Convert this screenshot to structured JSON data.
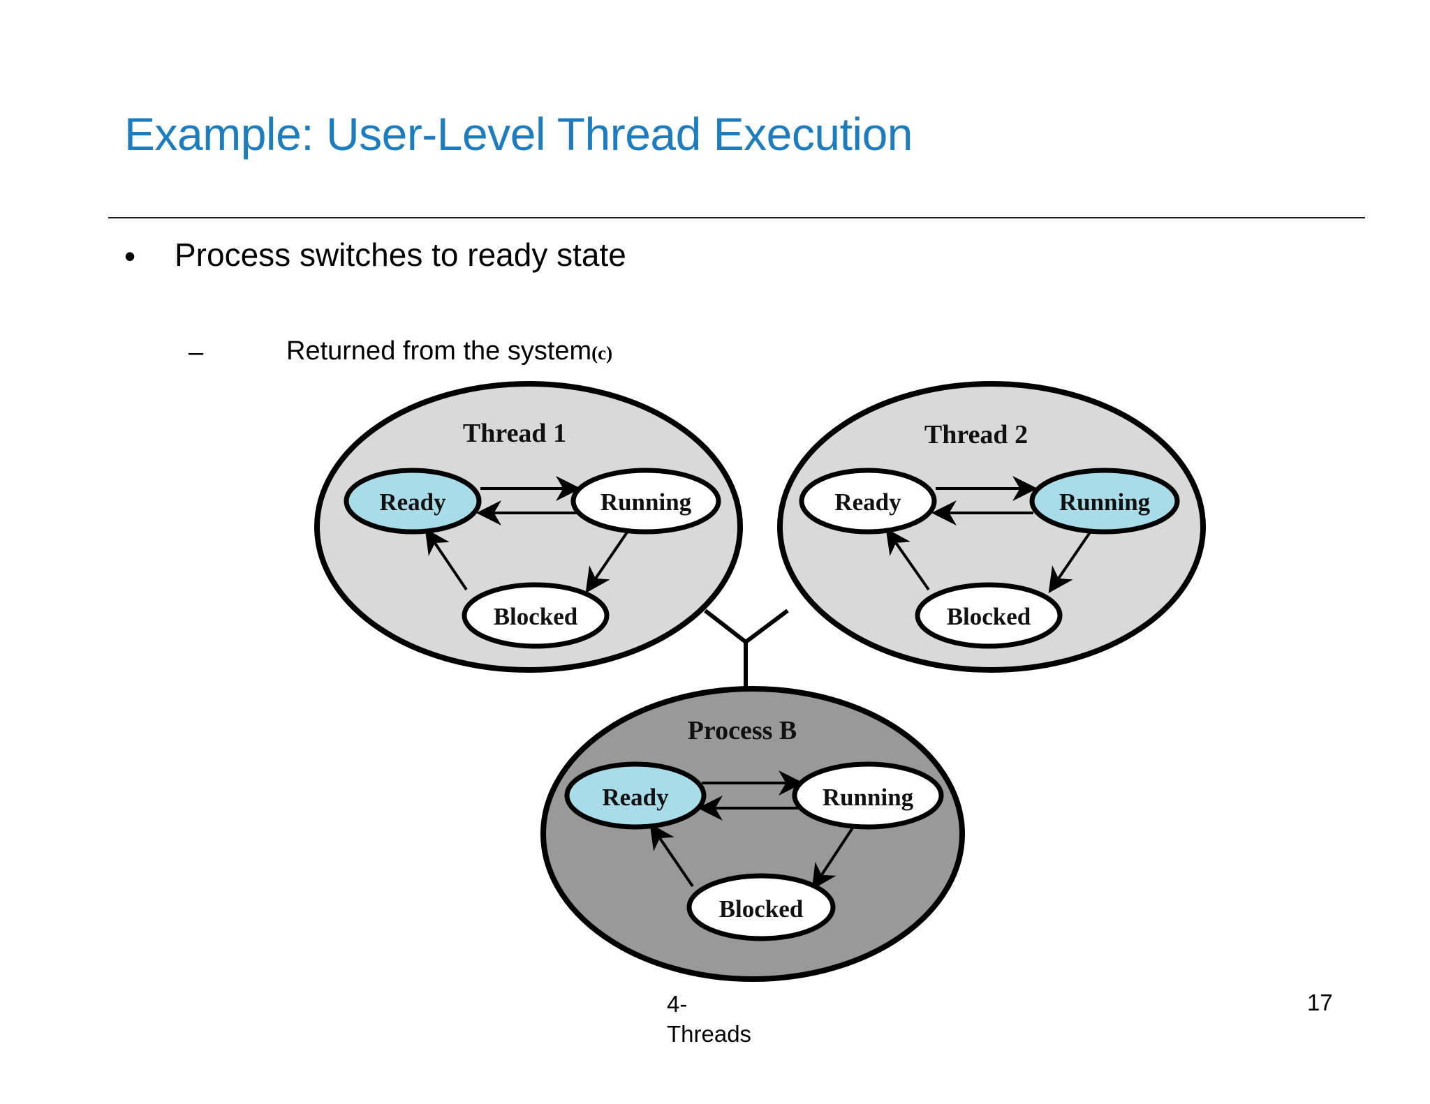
{
  "slide": {
    "title": "Example: User-Level Thread Execution",
    "title_color": "#1C7CC0",
    "bullets": [
      {
        "marker": "•",
        "text": "Process switches to ready state"
      },
      {
        "marker": "–",
        "text": "Returned from the system",
        "figure_letter": "(c)"
      }
    ],
    "footer": "4-\nThreads",
    "page_number": "17"
  },
  "diagram": {
    "figure_letter": "(c)",
    "colors": {
      "thread_group_fill": "#D9D9D9",
      "process_group_fill": "#999999",
      "node_fill_default": "#FFFFFF",
      "node_fill_highlight": "#A8DCE8",
      "stroke": "#000000"
    },
    "groups": [
      {
        "id": "thread-1",
        "label": "Thread 1",
        "fill": "#D9D9D9",
        "nodes": [
          {
            "id": "ready",
            "label": "Ready",
            "highlighted": true
          },
          {
            "id": "running",
            "label": "Running",
            "highlighted": false
          },
          {
            "id": "blocked",
            "label": "Blocked",
            "highlighted": false
          }
        ],
        "edges": [
          {
            "from": "ready",
            "to": "running"
          },
          {
            "from": "running",
            "to": "ready"
          },
          {
            "from": "running",
            "to": "blocked"
          },
          {
            "from": "blocked",
            "to": "ready"
          }
        ]
      },
      {
        "id": "thread-2",
        "label": "Thread 2",
        "fill": "#D9D9D9",
        "nodes": [
          {
            "id": "ready",
            "label": "Ready",
            "highlighted": false
          },
          {
            "id": "running",
            "label": "Running",
            "highlighted": true
          },
          {
            "id": "blocked",
            "label": "Blocked",
            "highlighted": false
          }
        ],
        "edges": [
          {
            "from": "ready",
            "to": "running"
          },
          {
            "from": "running",
            "to": "ready"
          },
          {
            "from": "running",
            "to": "blocked"
          },
          {
            "from": "blocked",
            "to": "ready"
          }
        ]
      },
      {
        "id": "process-b",
        "label": "Process B",
        "fill": "#999999",
        "nodes": [
          {
            "id": "ready",
            "label": "Ready",
            "highlighted": true
          },
          {
            "id": "running",
            "label": "Running",
            "highlighted": false
          },
          {
            "id": "blocked",
            "label": "Blocked",
            "highlighted": false
          }
        ],
        "edges": [
          {
            "from": "ready",
            "to": "running"
          },
          {
            "from": "running",
            "to": "ready"
          },
          {
            "from": "running",
            "to": "blocked"
          },
          {
            "from": "blocked",
            "to": "ready"
          }
        ]
      }
    ],
    "connectors": [
      {
        "from": "thread-1",
        "to": "process-b"
      },
      {
        "from": "thread-2",
        "to": "process-b"
      }
    ]
  }
}
